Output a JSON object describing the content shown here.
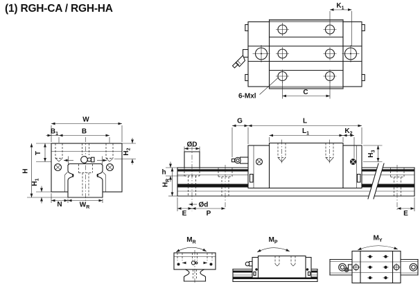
{
  "title": "(1) RGH-CA / RGH-HA",
  "colors": {
    "line": "#1a1a1a",
    "groove_band": "#161616",
    "body_edge_gray": "#a9a9a9"
  },
  "views": {
    "top_view": {
      "dims": {
        "k1": {
          "base": "K",
          "sub": "1"
        },
        "c": {
          "base": "C"
        },
        "mounting_note": {
          "base": "6-Mxl"
        }
      }
    },
    "front_view": {
      "dims": {
        "w": {
          "base": "W"
        },
        "b1": {
          "base": "B",
          "sub": "1"
        },
        "b": {
          "base": "B"
        },
        "t": {
          "base": "T"
        },
        "h": {
          "base": "H"
        },
        "h1": {
          "base": "H",
          "sub": "1"
        },
        "h2": {
          "base": "H",
          "sub": "2"
        },
        "n": {
          "base": "N"
        },
        "wr": {
          "base": "W",
          "sub": "R"
        }
      }
    },
    "rail_profile": {
      "dims": {
        "d_big": {
          "base": "ØD"
        },
        "d_small": {
          "base": "Ød"
        },
        "h_depth": {
          "base": "h"
        },
        "hr": {
          "base": "H",
          "sub": "R"
        },
        "e": {
          "base": "E"
        },
        "p": {
          "base": "P"
        }
      }
    },
    "side_view": {
      "dims": {
        "g": {
          "base": "G"
        },
        "l": {
          "base": "L"
        },
        "l1": {
          "base": "L",
          "sub": "1"
        },
        "k2": {
          "base": "K",
          "sub": "2"
        },
        "h3": {
          "base": "H",
          "sub": "3"
        },
        "e": {
          "base": "E"
        }
      }
    },
    "moments": {
      "roll": {
        "base": "M",
        "sub": "R"
      },
      "pitch": {
        "base": "M",
        "sub": "P"
      },
      "yaw": {
        "base": "M",
        "sub": "Y"
      }
    }
  }
}
